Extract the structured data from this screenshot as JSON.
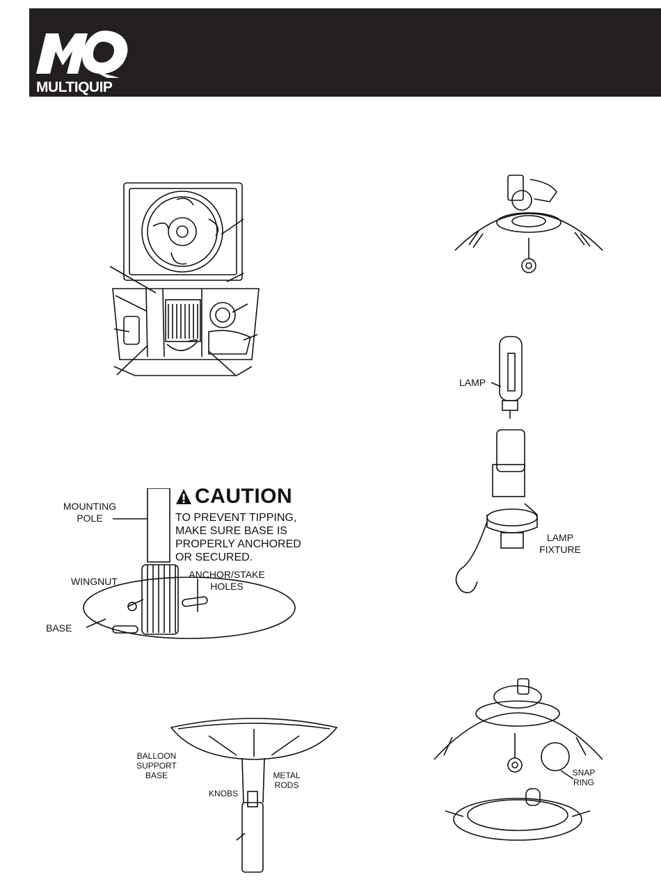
{
  "header": {
    "brand": "MULTIQUIP",
    "bg_color": "#231f20"
  },
  "figures": {
    "base_mount": {
      "labels": {
        "mounting_pole": "MOUNTING\nPOLE",
        "wingnut": "WINGNUT",
        "base": "BASE",
        "anchor_holes": "ANCHOR/STAKE\nHOLES"
      },
      "caution": {
        "title": "CAUTION",
        "body": "TO PREVENT TIPPING,\nMAKE SURE BASE IS\nPROPERLY ANCHORED\nOR SECURED."
      }
    },
    "lamp": {
      "labels": {
        "lamp": "LAMP",
        "fixture": "LAMP\nFIXTURE"
      }
    },
    "support_base": {
      "labels": {
        "balloon_support": "BALLOON\nSUPPORT\nBASE",
        "metal_rods": "METAL\nRODS",
        "knobs": "KNOBS"
      }
    },
    "snap_ring": {
      "labels": {
        "snap_ring": "SNAP\nRING"
      }
    }
  }
}
